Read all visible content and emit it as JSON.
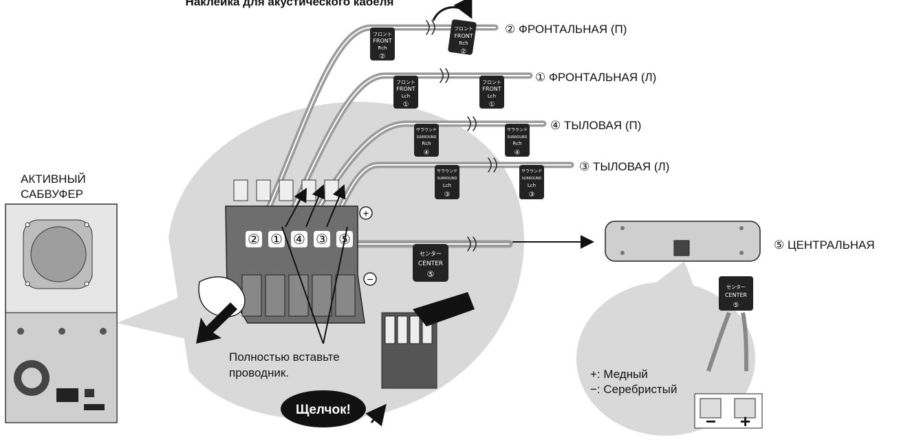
{
  "header": {
    "sticker_caption": "Наклейка для акустического кабеля"
  },
  "subwoofer": {
    "label_line1": "АКТИВНЫЙ",
    "label_line2": "САБВУФЕР"
  },
  "channels": [
    {
      "id": "front-right",
      "label": "② ФРОНТАЛЬНАЯ (П)",
      "tag_line1": "フロント",
      "tag_line2": "FRONT",
      "tag_line3": "Rch",
      "tag_num": "②"
    },
    {
      "id": "front-left",
      "label": "① ФРОНТАЛЬНАЯ (Л)",
      "tag_line1": "フロント",
      "tag_line2": "FRONT",
      "tag_line3": "Lch",
      "tag_num": "①"
    },
    {
      "id": "surround-right",
      "label": "④ ТЫЛОВАЯ (П)",
      "tag_line1": "サラウンド",
      "tag_line2": "SURROUND",
      "tag_line3": "Rch",
      "tag_num": "④"
    },
    {
      "id": "surround-left",
      "label": "③ ТЫЛОВАЯ (Л)",
      "tag_line1": "サラウンド",
      "tag_line2": "SURROUND",
      "tag_line3": "Lch",
      "tag_num": "③"
    }
  ],
  "center": {
    "label": "⑤ ЦЕНТРАЛЬНАЯ",
    "tag_line1": "センター",
    "tag_line2": "CENTER",
    "tag_num": "⑤"
  },
  "terminal": {
    "numbers": [
      "②",
      "①",
      "④",
      "③",
      "⑤"
    ],
    "plus": "+",
    "minus": "−"
  },
  "instructions": {
    "insert_line1": "Полностью вставьте",
    "insert_line2": "проводник.",
    "click": "Щелчок!"
  },
  "polarity": {
    "plus_line": "+: Медный",
    "minus_line": "−: Серебристый",
    "minus_sign": "−",
    "plus_sign": "+"
  }
}
